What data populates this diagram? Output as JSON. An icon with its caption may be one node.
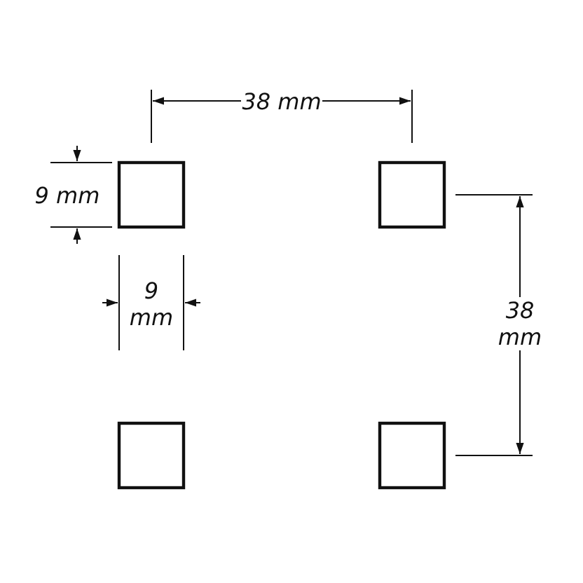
{
  "diagram": {
    "labels": [
      "38 mm",
      "9 mm",
      "9 mm",
      "38 mm"
    ]
  }
}
